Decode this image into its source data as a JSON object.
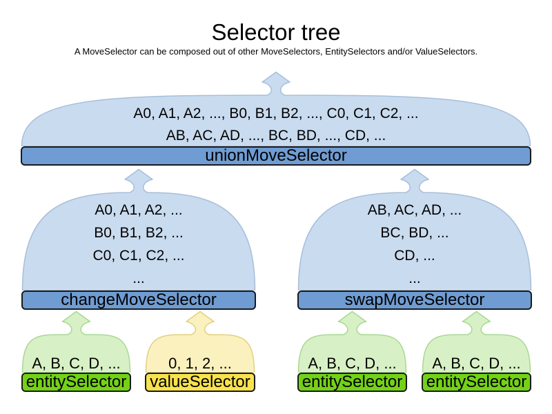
{
  "title": "Selector tree",
  "subtitle": "A MoveSelector can be composed out of other MoveSelectors, EntitySelectors and/or ValueSelectors.",
  "palette": {
    "move_fill": "#c9dbee",
    "move_border": "#a6bedb",
    "move_bar": "#6f9cd2",
    "entity_fill": "#d8f0c5",
    "entity_border": "#a8d893",
    "entity_bar": "#73d216",
    "value_fill": "#faf1bf",
    "value_border": "#e2d07e",
    "value_bar": "#f8e24d",
    "bar_border": "#1a1a1a"
  },
  "nodes": {
    "union": {
      "label": "unionMoveSelector",
      "lines": [
        "A0, A1, A2, ..., B0, B1, B2, ..., C0, C1, C2, ...",
        "AB, AC, AD, ..., BC, BD, ..., CD, ..."
      ]
    },
    "change": {
      "label": "changeMoveSelector",
      "lines": [
        "A0, A1, A2, ...",
        "B0, B1, B2, ...",
        "C0, C1, C2, ...",
        "..."
      ]
    },
    "swap": {
      "label": "swapMoveSelector",
      "lines": [
        "AB, AC, AD, ...",
        "BC, BD, ...",
        "CD, ...",
        "..."
      ]
    },
    "entity1": {
      "label": "entitySelector",
      "lines": [
        "A, B, C, D, ..."
      ]
    },
    "value1": {
      "label": "valueSelector",
      "lines": [
        "0, 1, 2, ..."
      ]
    },
    "entity2": {
      "label": "entitySelector",
      "lines": [
        "A, B, C, D, ..."
      ]
    },
    "entity3": {
      "label": "entitySelector",
      "lines": [
        "A, B, C, D, ..."
      ]
    }
  }
}
